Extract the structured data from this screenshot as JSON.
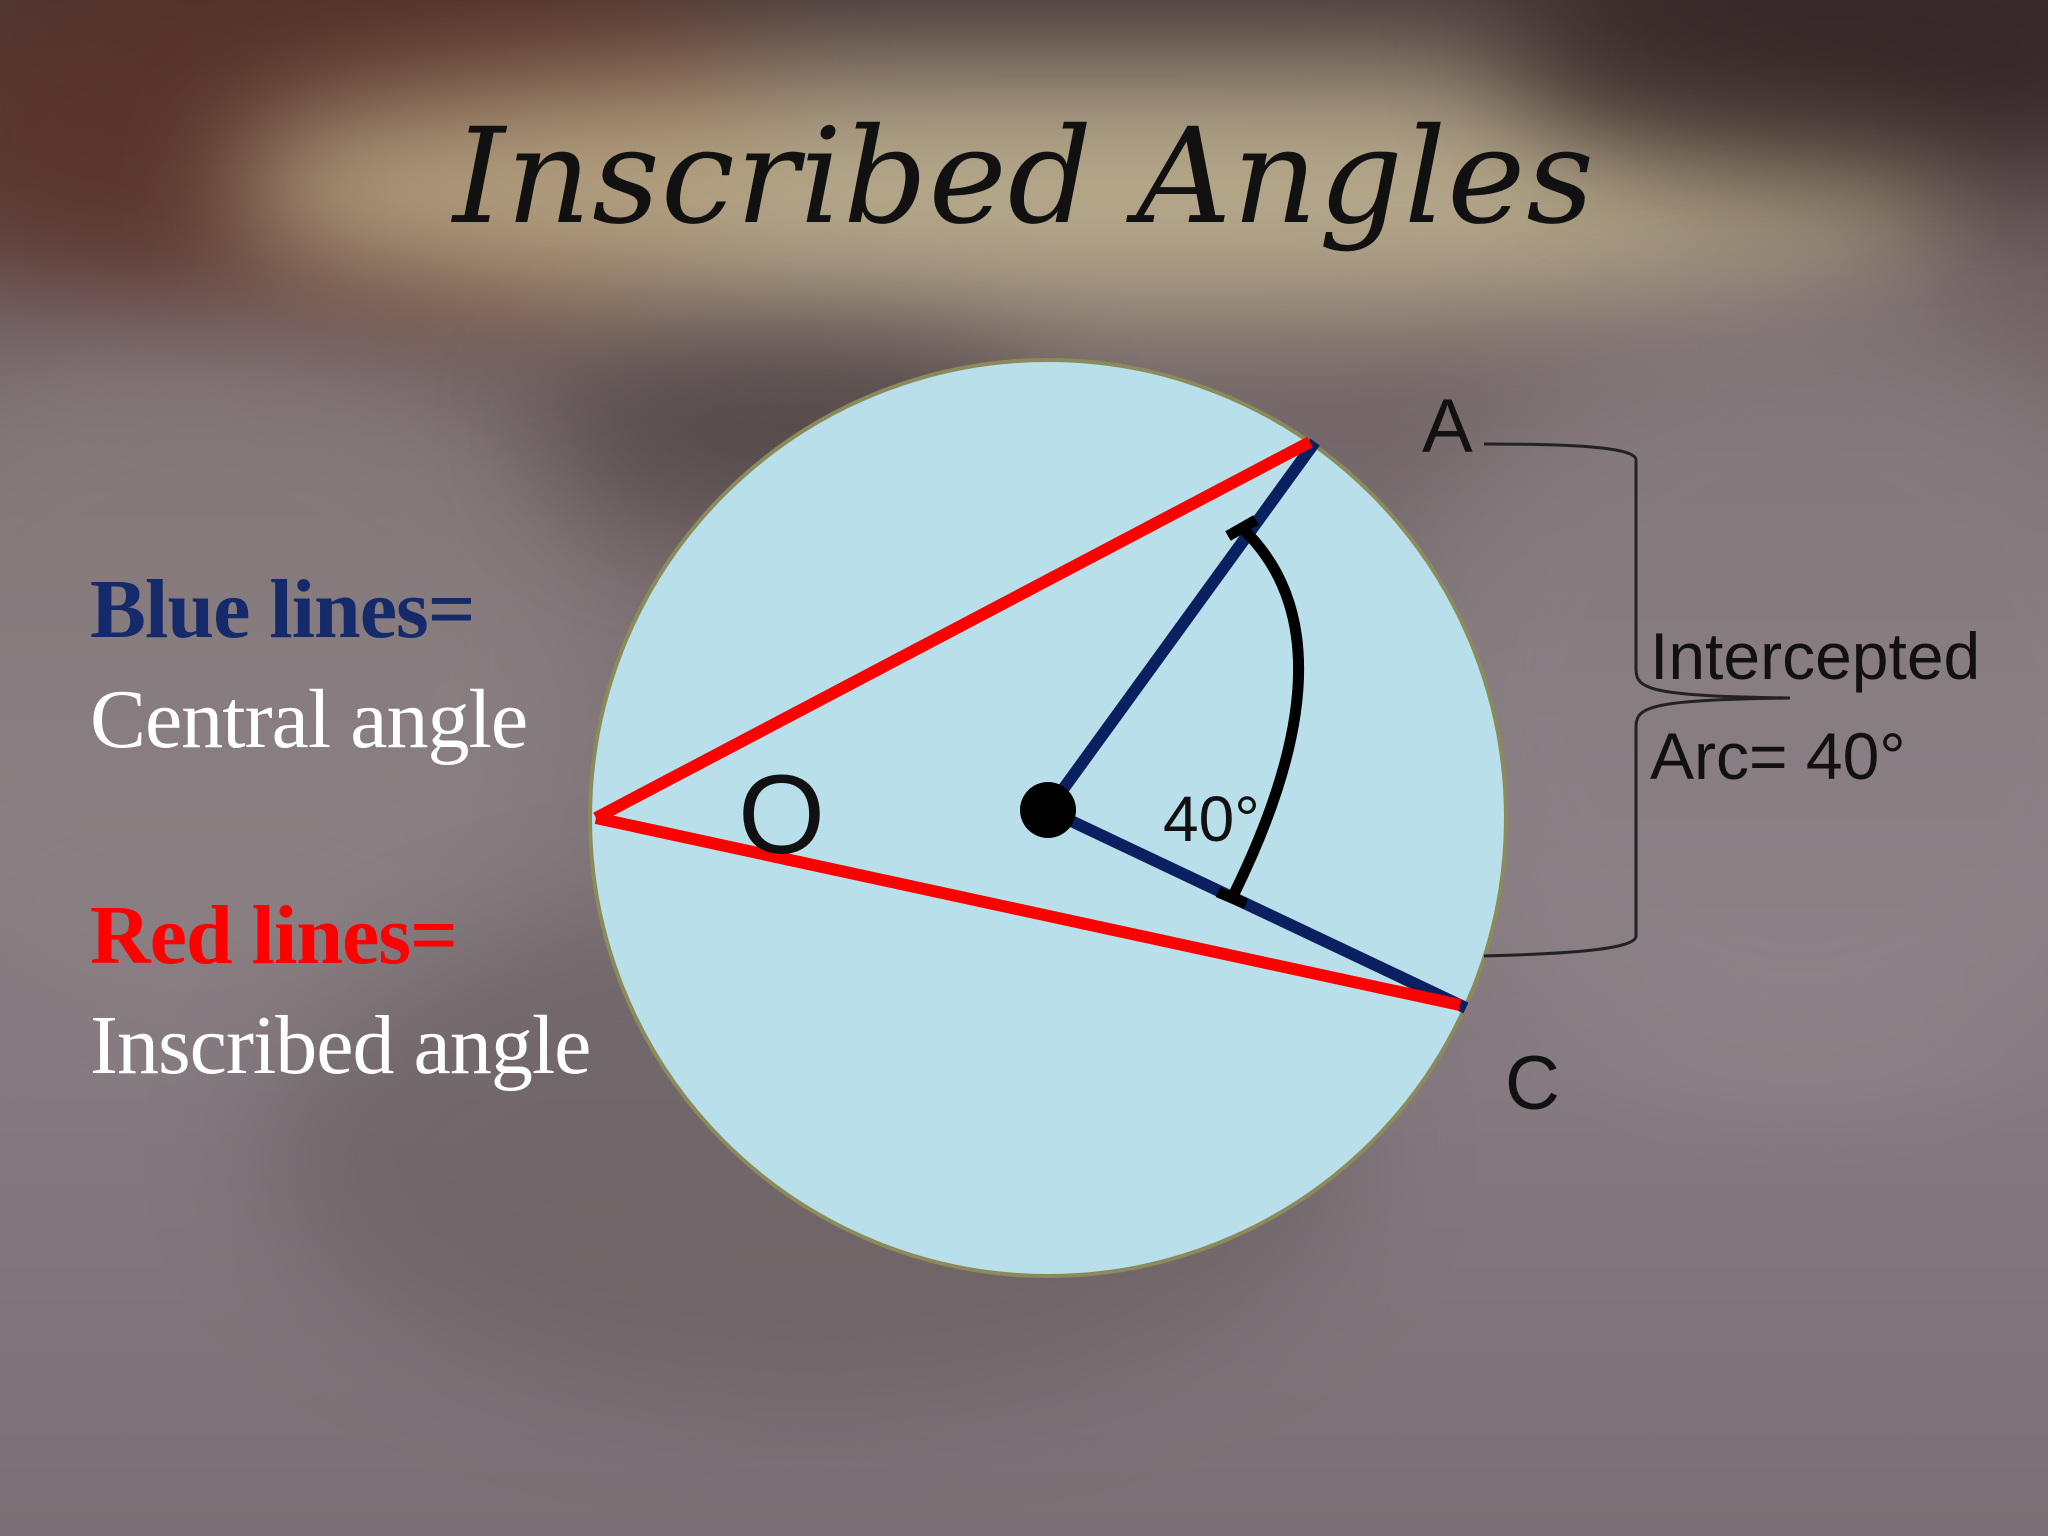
{
  "slide": {
    "title": "Inscribed Angles",
    "legend": {
      "blue_heading": "Blue lines=",
      "blue_text": "Central angle",
      "red_heading": "Red lines=",
      "red_text": "Inscribed angle"
    },
    "diagram": {
      "point_a": "A",
      "point_c": "C",
      "vertex_label": "O",
      "angle_label": "40°",
      "arc_label_line1": "Intercepted",
      "arc_label_line2": "Arc= 40°"
    }
  },
  "colors": {
    "circle_fill": "#b8dfea",
    "circle_stroke": "#8a8a5a",
    "central_lines": "#0a2060",
    "inscribed_lines": "#ff0000",
    "arc_mark": "#000000"
  }
}
